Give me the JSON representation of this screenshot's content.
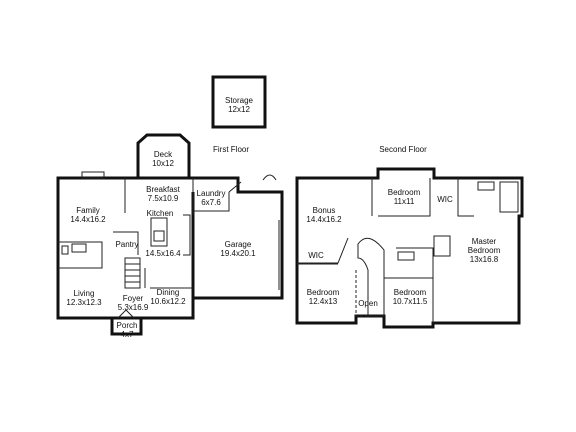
{
  "floors": {
    "first": "First Floor",
    "second": "Second Floor"
  },
  "rooms": {
    "storage": {
      "name": "Storage",
      "size": "12x12"
    },
    "deck": {
      "name": "Deck",
      "size": "10x12"
    },
    "breakfast": {
      "name": "Breakfast",
      "size": "7.5x10.9"
    },
    "laundry": {
      "name": "Laundry",
      "size": "6x7.6"
    },
    "family": {
      "name": "Family",
      "size": "14.4x16.2"
    },
    "kitchen": {
      "name": "Kitchen",
      "size": "14.5x16.4"
    },
    "pantry": {
      "name": "Pantry"
    },
    "garage": {
      "name": "Garage",
      "size": "19.4x20.1"
    },
    "living": {
      "name": "Living",
      "size": "12.3x12.3"
    },
    "foyer": {
      "name": "Foyer",
      "size": "5.3x16.9"
    },
    "dining": {
      "name": "Dining",
      "size": "10.6x12.2"
    },
    "porch": {
      "name": "Porch",
      "size": "4x7"
    },
    "bonus": {
      "name": "Bonus",
      "size": "14.4x16.2"
    },
    "bedroom_top": {
      "name": "Bedroom",
      "size": "11x11"
    },
    "wic_top": {
      "name": "WIC"
    },
    "master": {
      "name": "Master",
      "name2": "Bedroom",
      "size": "13x16.8"
    },
    "wic_left": {
      "name": "WIC"
    },
    "bedroom_left": {
      "name": "Bedroom",
      "size": "12.4x13"
    },
    "open": {
      "name": "Open"
    },
    "bedroom_right": {
      "name": "Bedroom",
      "size": "10.7x11.5"
    }
  }
}
